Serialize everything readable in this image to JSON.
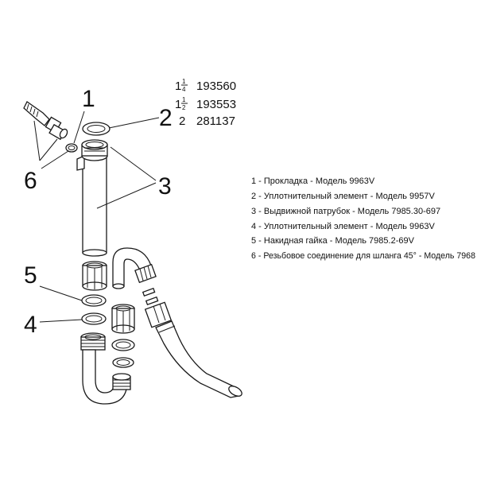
{
  "callouts": {
    "c1": "1",
    "c2": "2",
    "c3": "3",
    "c4": "4",
    "c5": "5",
    "c6": "6"
  },
  "size_codes": [
    {
      "whole": "1",
      "num": "1",
      "den": "4",
      "code": "193560"
    },
    {
      "whole": "1",
      "num": "1",
      "den": "2",
      "code": "193553"
    },
    {
      "whole": "2",
      "num": "",
      "den": "",
      "code": "281137"
    }
  ],
  "legend": [
    "1 - Прокладка - Модель 9963V",
    "2 - Уплотнительный элемент - Модель 9957V",
    "3 - Выдвижной патрубок - Модель 7985.30-697",
    "4 - Уплотнительный элемент - Модель 9963V",
    "5 - Накидная гайка - Модель 7985.2-69V",
    "6 - Резьбовое соединение для шланга 45° - Модель 7968"
  ]
}
